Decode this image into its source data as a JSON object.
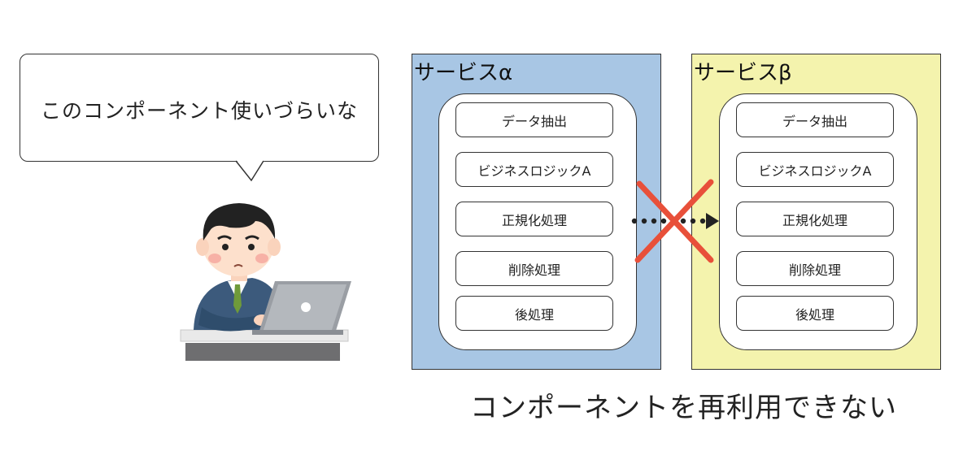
{
  "speech_bubble": {
    "text": "このコンポーネント使いづらいな"
  },
  "service_alpha": {
    "title": "サービスα",
    "color": "#a8c6e4",
    "steps": [
      "データ抽出",
      "ビジネスロジックA",
      "正規化処理",
      "削除処理",
      "後処理"
    ]
  },
  "service_beta": {
    "title": "サービスβ",
    "color": "#f4f3ad",
    "steps": [
      "データ抽出",
      "ビジネスロジックA",
      "正規化処理",
      "削除処理",
      "後処理"
    ]
  },
  "reuse_link": {
    "status": "blocked",
    "cross_color": "#e8503a"
  },
  "caption": "コンポーネントを再利用できない"
}
